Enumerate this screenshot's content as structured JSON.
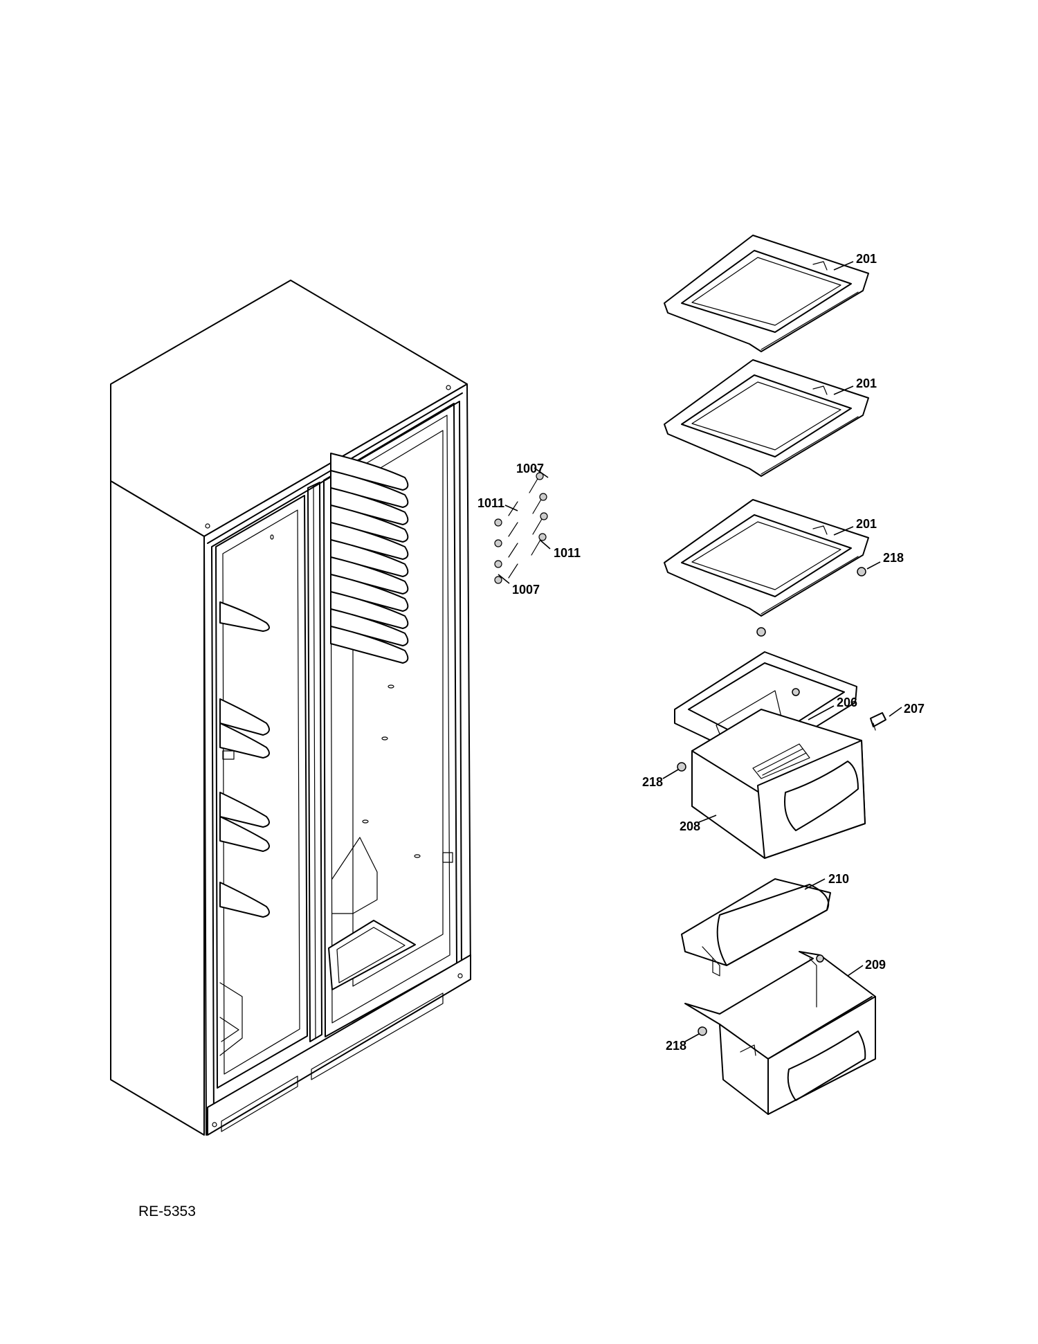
{
  "diagram": {
    "id_label": "RE-5353",
    "part_labels": {
      "shelf_1": "201",
      "shelf_2": "201",
      "shelf_3": "201",
      "screw_top": "1007",
      "screw_bottom": "1007",
      "bolt_left": "1011",
      "bolt_right": "1011",
      "cap_shelf3": "218",
      "cap_drawer1": "218",
      "cap_drawer2": "218",
      "crisper_cover": "206",
      "slide_clip": "207",
      "crisper_drawer": "208",
      "pan_cover": "210",
      "pan_drawer": "209"
    }
  }
}
